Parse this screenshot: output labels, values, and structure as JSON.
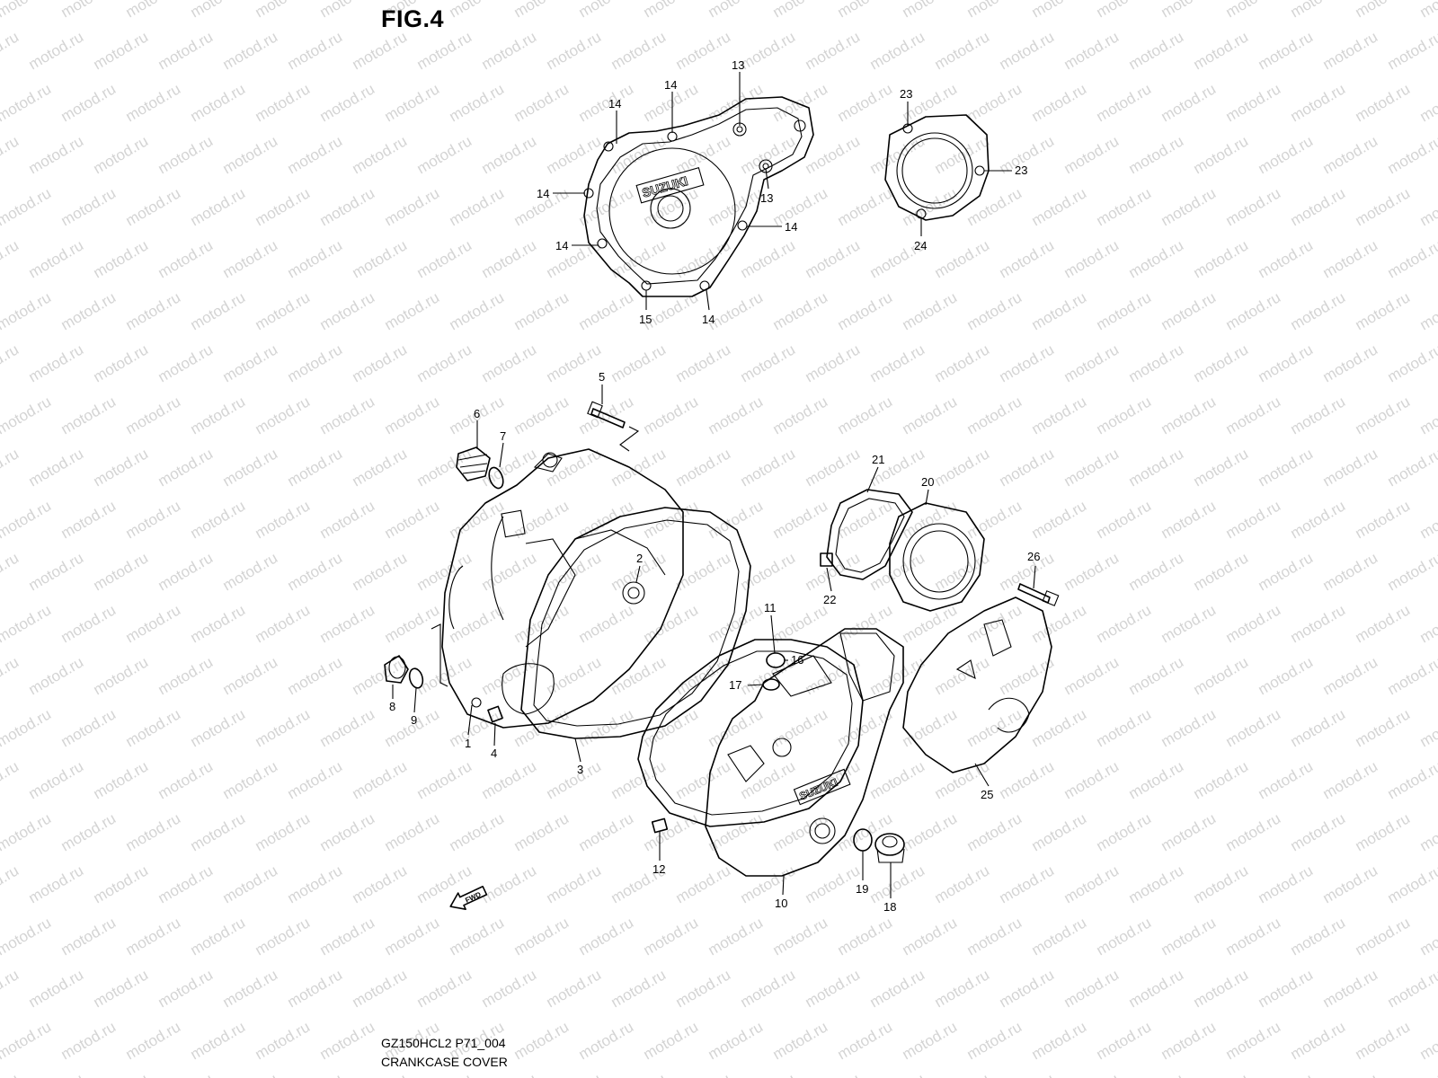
{
  "figure": {
    "title": "FIG.4",
    "model_code": "GZ150HCL2 P71_004",
    "caption": "CRANKCASE COVER"
  },
  "watermark": {
    "text": "motod.ru",
    "color": "#d4d4d4"
  },
  "logo_text": "SUZUKI",
  "fwd_label": "FWD",
  "callouts": [
    {
      "id": "c13a",
      "label": "13"
    },
    {
      "id": "c13b",
      "label": "13"
    },
    {
      "id": "c14a",
      "label": "14"
    },
    {
      "id": "c14b",
      "label": "14"
    },
    {
      "id": "c14c",
      "label": "14"
    },
    {
      "id": "c14d",
      "label": "14"
    },
    {
      "id": "c14e",
      "label": "14"
    },
    {
      "id": "c14f",
      "label": "14"
    },
    {
      "id": "c15",
      "label": "15"
    },
    {
      "id": "c23a",
      "label": "23"
    },
    {
      "id": "c23b",
      "label": "23"
    },
    {
      "id": "c24",
      "label": "24"
    },
    {
      "id": "c5",
      "label": "5"
    },
    {
      "id": "c6",
      "label": "6"
    },
    {
      "id": "c7",
      "label": "7"
    },
    {
      "id": "c2",
      "label": "2"
    },
    {
      "id": "c8",
      "label": "8"
    },
    {
      "id": "c9",
      "label": "9"
    },
    {
      "id": "c1",
      "label": "1"
    },
    {
      "id": "c4",
      "label": "4"
    },
    {
      "id": "c3",
      "label": "3"
    },
    {
      "id": "c21",
      "label": "21"
    },
    {
      "id": "c20",
      "label": "20"
    },
    {
      "id": "c22",
      "label": "22"
    },
    {
      "id": "c26",
      "label": "26"
    },
    {
      "id": "c11",
      "label": "11"
    },
    {
      "id": "c16",
      "label": "16"
    },
    {
      "id": "c17",
      "label": "17"
    },
    {
      "id": "c25",
      "label": "25"
    },
    {
      "id": "c12",
      "label": "12"
    },
    {
      "id": "c10",
      "label": "10"
    },
    {
      "id": "c19",
      "label": "19"
    },
    {
      "id": "c18",
      "label": "18"
    }
  ]
}
